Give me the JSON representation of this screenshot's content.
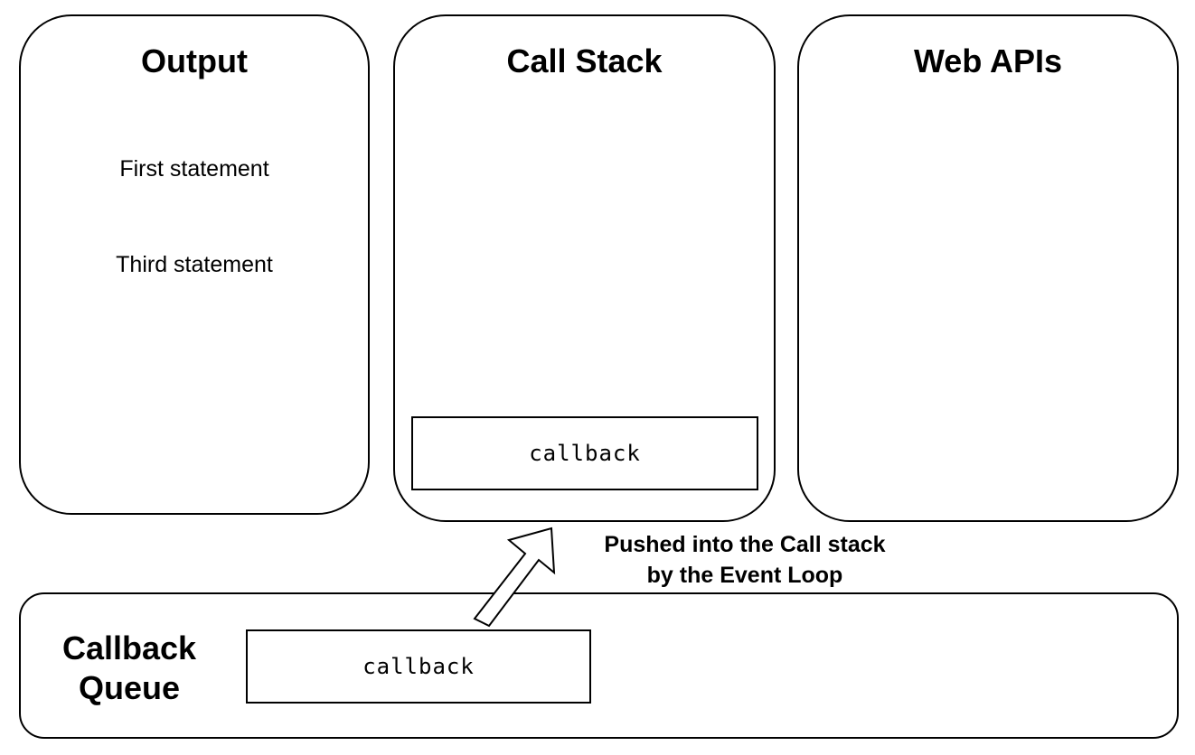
{
  "output": {
    "title": "Output",
    "lines": [
      "First statement",
      "Third statement"
    ]
  },
  "call_stack": {
    "title": "Call Stack",
    "frame": "callback"
  },
  "web_apis": {
    "title": "Web APIs"
  },
  "callback_queue": {
    "title_line1": "Callback",
    "title_line2": "Queue",
    "item": "callback"
  },
  "arrow_caption": {
    "line1": "Pushed into the Call stack",
    "line2": "by the Event Loop"
  },
  "colors": {
    "stroke": "#000000",
    "background": "#ffffff"
  }
}
